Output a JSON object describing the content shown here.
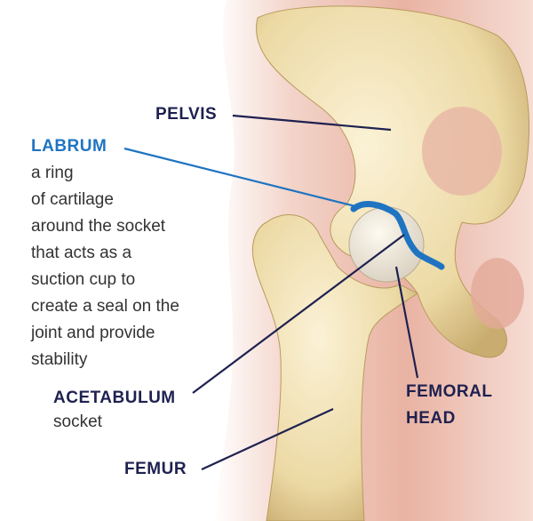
{
  "labels": {
    "pelvis": "PELVIS",
    "labrum": "LABRUM",
    "labrum_desc": [
      "a ring",
      "of cartilage",
      "around the socket",
      "that acts as a",
      "suction cup to",
      "create a seal on the",
      "joint and provide",
      "stability"
    ],
    "acetabulum": "ACETABULUM",
    "acetabulum_desc": "socket",
    "femoral_head": [
      "FEMORAL",
      "HEAD"
    ],
    "femur": "FEMUR"
  },
  "colors": {
    "label": "#1f2150",
    "labrum": "#1f74c1",
    "bone": "#efe0b0",
    "skin": "#f1c9bd"
  }
}
